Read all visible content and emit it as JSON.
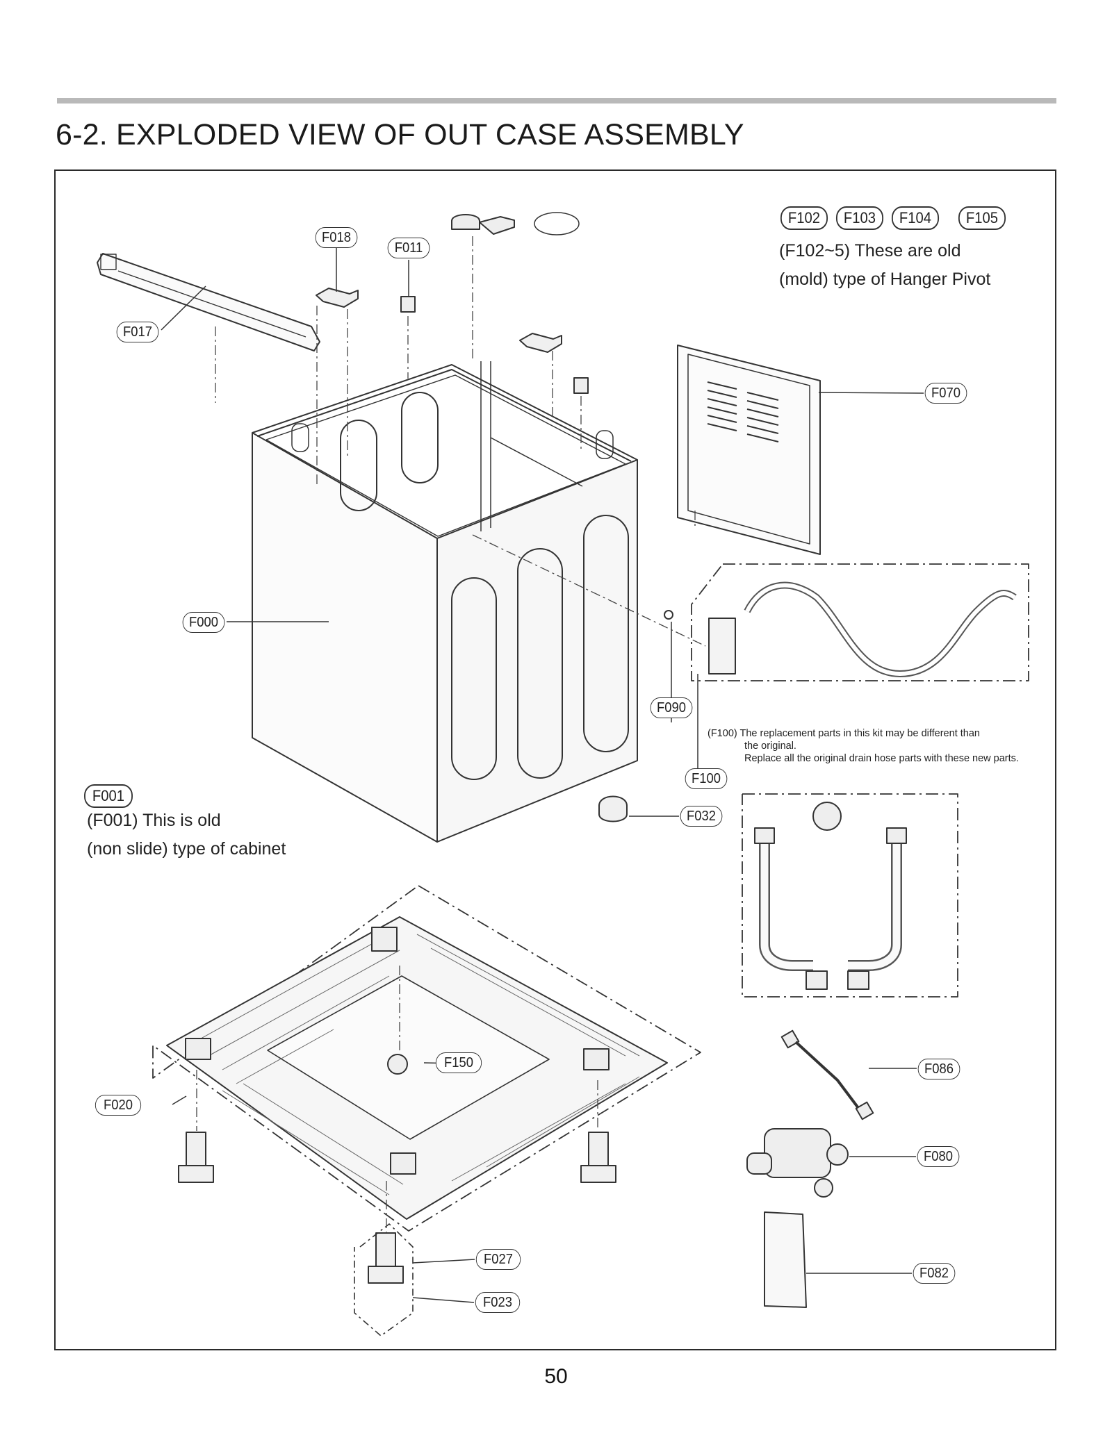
{
  "page": {
    "title": "6-2. EXPLODED VIEW OF OUT CASE ASSEMBLY",
    "page_number": "50"
  },
  "labels": {
    "F017": "F017",
    "F018": "F018",
    "F011": "F011",
    "F070": "F070",
    "F000": "F000",
    "F090": "F090",
    "F100": "F100",
    "F032": "F032",
    "F001": "F001",
    "F150": "F150",
    "F020": "F020",
    "F086": "F086",
    "F080": "F080",
    "F027": "F027",
    "F023": "F023",
    "F082": "F082",
    "F102": "F102",
    "F103": "F103",
    "F104": "F104",
    "F105": "F105"
  },
  "notes": {
    "hanger_line1": "(F102~5) These are old",
    "hanger_line2": "(mold) type of Hanger Pivot",
    "cabinet_line1": "(F001) This is old",
    "cabinet_line2": "(non slide) type of cabinet",
    "drain_line1": "(F100) The replacement parts in this kit may be different  than",
    "drain_line2": "the original.",
    "drain_line3": "Replace all the original drain hose parts with these new parts."
  }
}
